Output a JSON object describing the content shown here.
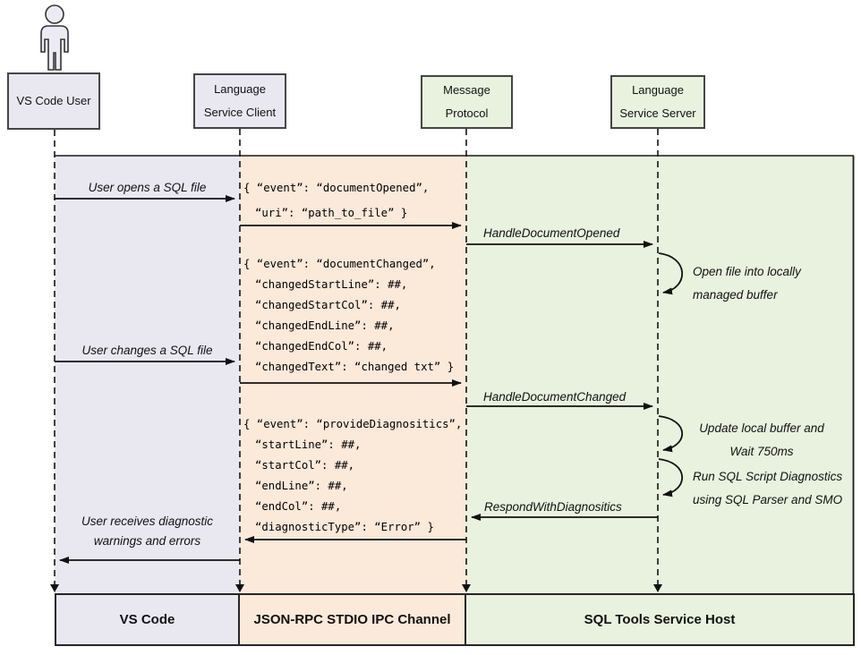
{
  "diagram_title": "SQL Tools Service sequence diagram",
  "colors": {
    "lavender_band": "#e9e8f1",
    "peach_band": "#fbe9da",
    "green_band": "#e9f1df",
    "line": "#1a1a1a"
  },
  "actors": {
    "user": {
      "line1": "VS Code User"
    },
    "client": {
      "line1": "Language",
      "line2": "Service Client"
    },
    "protocol": {
      "line1": "Message",
      "line2": "Protocol"
    },
    "server": {
      "line1": "Language",
      "line2": "Service Server"
    }
  },
  "footers": {
    "vscode": "VS Code",
    "channel": "JSON-RPC STDIO IPC Channel",
    "host": "SQL Tools Service Host"
  },
  "labels": {
    "user_opens": "User opens a SQL file",
    "user_changes": "User changes a SQL file",
    "user_receives_1": "User receives diagnostic",
    "user_receives_2": "warnings and errors",
    "handle_opened": "HandleDocumentOpened",
    "handle_changed": "HandleDocumentChanged",
    "respond": "RespondWithDiagnositics",
    "open_file_1": "Open file into locally",
    "open_file_2": "managed buffer",
    "update_1": "Update local buffer and",
    "update_2": "Wait 750ms",
    "run_1": "Run SQL Script Diagnostics",
    "run_2": "using SQL Parser and SMO"
  },
  "payloads": {
    "opened": {
      "l1": "{ “event”: “documentOpened”,",
      "l2": "“uri”: “path_to_file” }"
    },
    "changed": {
      "l1": "{ “event”: “documentChanged”,",
      "l2": "“changedStartLine”: ##,",
      "l3": "“changedStartCol”: ##,",
      "l4": "“changedEndLine”: ##,",
      "l5": "“changedEndCol”: ##,",
      "l6": "“changedText”: “changed txt” }"
    },
    "diagnostics": {
      "l1": "{ “event”: “provideDiagnositics”,",
      "l2": "“startLine”: ##,",
      "l3": "“startCol”: ##,",
      "l4": "“endLine”: ##,",
      "l5": "“endCol”: ##,",
      "l6": "“diagnosticType”: “Error” }"
    }
  }
}
